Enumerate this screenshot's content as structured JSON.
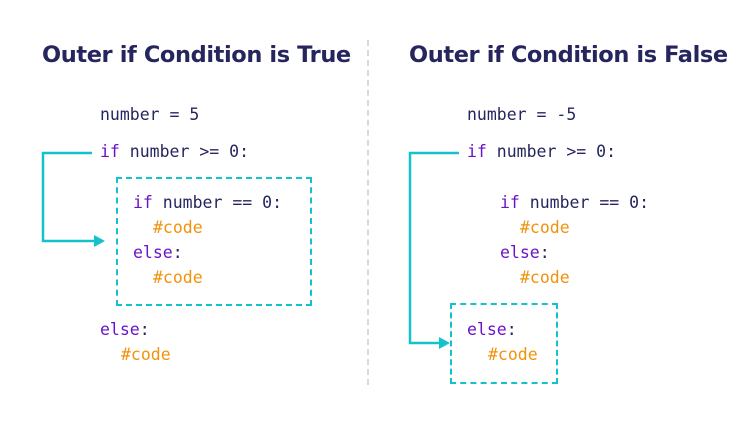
{
  "colors": {
    "title": "#25265e",
    "code_text": "#25265e",
    "keyword": "#6c12c9",
    "comment": "#f2920c",
    "highlight_box": "#14c2cc",
    "arrow": "#14c2cc",
    "divider": "#d9d9dc"
  },
  "left": {
    "title": "Outer if Condition is True",
    "line_assign": "number = 5",
    "outer_if_kw": "if",
    "outer_if_rest": " number >= 0:",
    "inner_if_kw": "if",
    "inner_if_rest": " number == 0:",
    "inner_if_code": "#code",
    "inner_else_kw": "else",
    "inner_else_colon": ":",
    "inner_else_code": "#code",
    "outer_else_kw": "else",
    "outer_else_colon": ":",
    "outer_else_code": "#code"
  },
  "right": {
    "title": "Outer if Condition is False",
    "line_assign": "number = -5",
    "outer_if_kw": "if",
    "outer_if_rest": " number >= 0:",
    "inner_if_kw": "if",
    "inner_if_rest": " number == 0:",
    "inner_if_code": "#code",
    "inner_else_kw": "else",
    "inner_else_colon": ":",
    "inner_else_code": "#code",
    "outer_else_kw": "else",
    "outer_else_colon": ":",
    "outer_else_code": "#code"
  }
}
